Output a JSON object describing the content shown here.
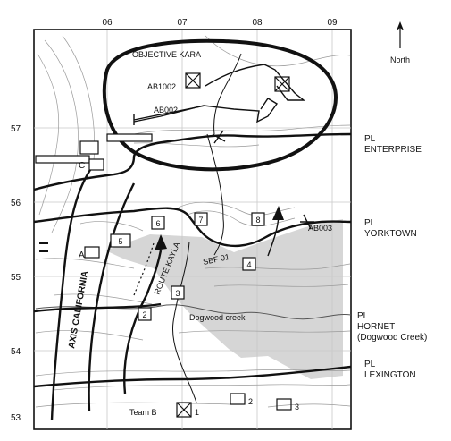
{
  "grid": {
    "eastings": [
      "06",
      "07",
      "08",
      "09"
    ],
    "northings": [
      "57",
      "56",
      "55",
      "54",
      "53"
    ]
  },
  "north_arrow_label": "North",
  "objective": "OBJECTIVE KARA",
  "battle_positions": [
    "AB1002",
    "AB002",
    "AB003"
  ],
  "phase_lines": [
    {
      "lines": [
        "PL",
        "ENTERPRISE"
      ]
    },
    {
      "lines": [
        "PL",
        "YORKTOWN"
      ]
    },
    {
      "lines": [
        "PL",
        "HORNET",
        "(Dogwood Creek)"
      ]
    },
    {
      "lines": [
        "PL",
        "LEXINGTON"
      ]
    }
  ],
  "axis_label": "AXIS CALIFORNIA",
  "route_label": "ROUTE KAYLA",
  "sbf_label": "SBF 01",
  "creek_label": "Dogwood creek",
  "units": {
    "A": "A",
    "C": "C",
    "team_b": "Team B",
    "team_b_no": "1",
    "tank2_no": "2",
    "tank3_no": "3"
  },
  "checkpoints": [
    "2",
    "3",
    "4",
    "5",
    "6",
    "7",
    "8"
  ],
  "colors": {
    "ink": "#111111",
    "engagement_area": "#d6d6d6",
    "contour": "#9a9a9a",
    "grid": "#c8c8c8"
  }
}
